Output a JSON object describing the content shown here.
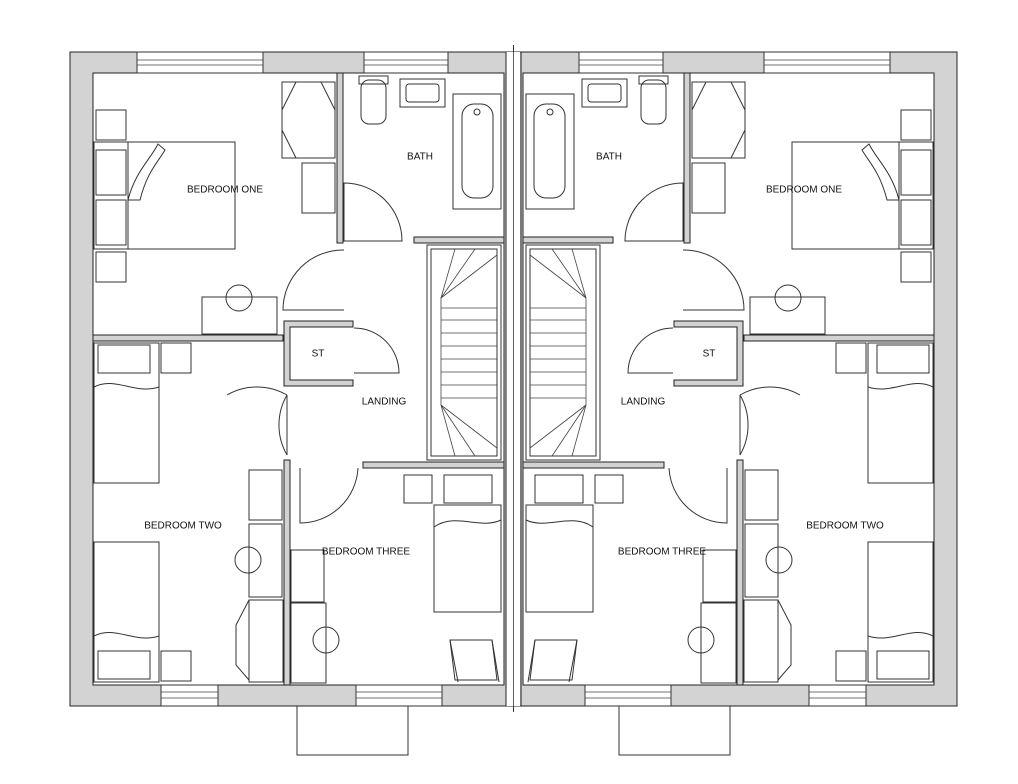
{
  "rooms": {
    "bedroom_one": "BEDROOM ONE",
    "bath": "BATH",
    "st": "ST",
    "landing": "LANDING",
    "bedroom_two": "BEDROOM TWO",
    "bedroom_three": "BEDROOM THREE"
  },
  "colors": {
    "wall_fill": "#d3d3d3",
    "line": "#333333",
    "background": "#ffffff"
  }
}
